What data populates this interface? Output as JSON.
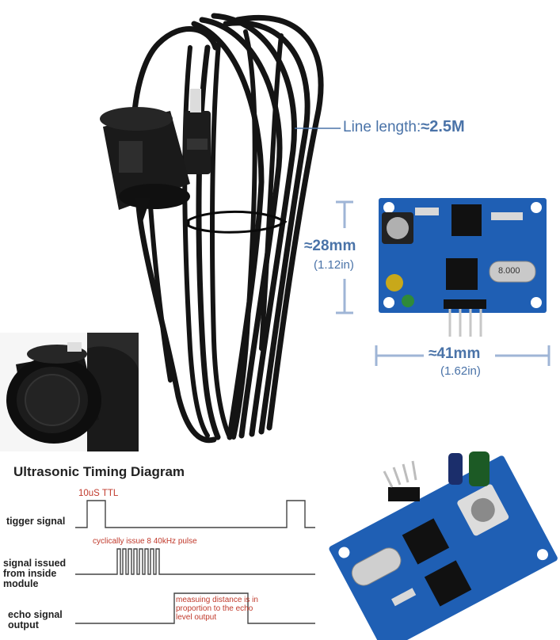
{
  "dimensions": {
    "line_length_label": "Line length:",
    "line_length_value": "≈2.5M",
    "height_value": "≈28mm",
    "height_inches": "(1.12in)",
    "width_value": "≈41mm",
    "width_inches": "(1.62in)"
  },
  "timing_diagram": {
    "title": "Ultrasonic Timing Diagram",
    "signals": {
      "trigger": "tigger signal",
      "issued": "signal issued from inside module",
      "echo": "echo signal output"
    },
    "annotations": {
      "ttl": "10uS TTL",
      "pulse": "cyclically issue 8 40kHz pulse",
      "measure": "measuing distance is in proportion to the echo level output"
    }
  },
  "crystal_marking": "8.000",
  "colors": {
    "dimension": "#4a73a8",
    "pcb": "#1f5fb4",
    "annotation": "#c0392b",
    "cable": "#141414"
  }
}
